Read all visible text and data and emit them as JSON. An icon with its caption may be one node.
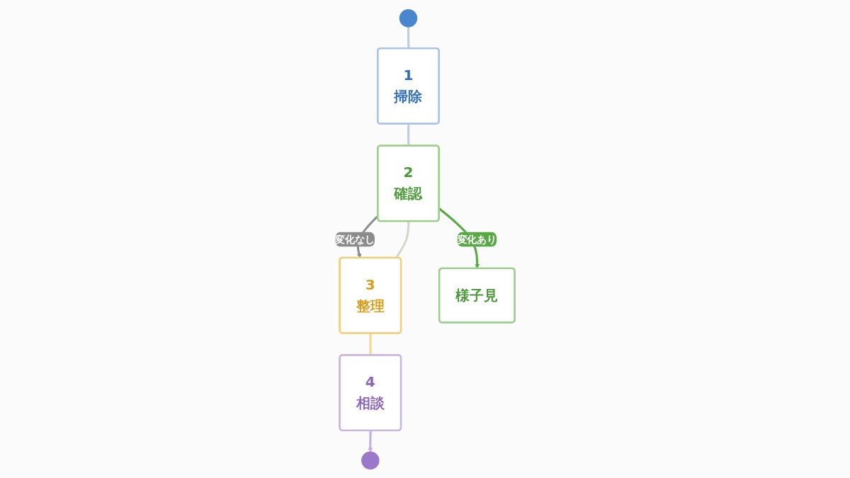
{
  "diagram": {
    "nodes": [
      {
        "text": [],
        "shape": "circle"
      },
      {
        "text": [
          "1",
          "掃除"
        ]
      },
      {
        "text": [
          "2",
          "確認"
        ]
      },
      {
        "text": [
          "様子見"
        ]
      },
      {
        "text": [
          "3",
          "整理"
        ]
      },
      {
        "text": [
          "4",
          "相談"
        ]
      },
      {
        "text": [],
        "shape": "circle"
      }
    ],
    "edges": [
      {
        "from": 0,
        "to": 1,
        "arrow": "none",
        "color": "#b9cfe9"
      },
      {
        "from": 1,
        "to": 2,
        "arrow": "none",
        "color": "#b9cfe9"
      },
      {
        "from": 2,
        "to": 3,
        "arrow": "to",
        "label": "変化あり",
        "color": "#5aa845"
      },
      {
        "from": 2,
        "to": 4,
        "arrow": "to",
        "label": "変化なし",
        "color": "#8c8c8c"
      },
      {
        "from": 2,
        "to": 4,
        "arrow": "none",
        "color": "#d3d6c8"
      },
      {
        "from": 4,
        "to": 5,
        "arrow": "none",
        "color": "#f3d98f"
      },
      {
        "from": 5,
        "to": 6,
        "arrow": "to",
        "color": "#c2afe0"
      }
    ]
  }
}
